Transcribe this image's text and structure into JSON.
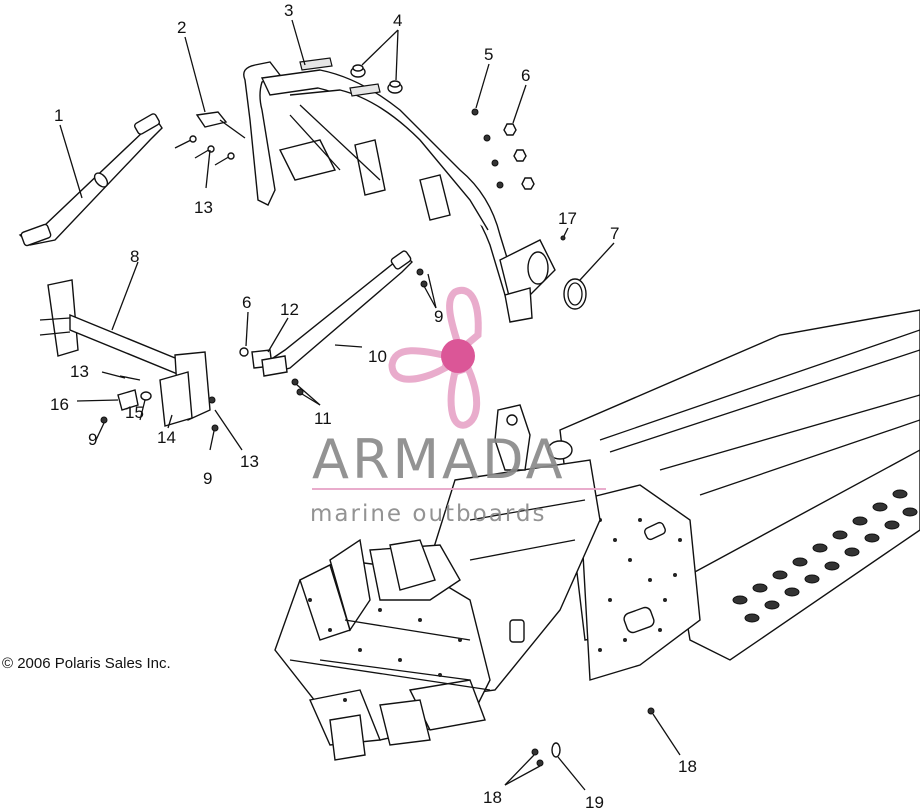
{
  "diagram": {
    "copyright": "© 2006 Polaris Sales Inc.",
    "callouts": [
      "1",
      "2",
      "3",
      "4",
      "5",
      "6",
      "7",
      "8",
      "9",
      "10",
      "11",
      "12",
      "13",
      "14",
      "15",
      "16",
      "17",
      "18",
      "19"
    ],
    "callout_placements": [
      {
        "label": "1"
      },
      {
        "label": "2"
      },
      {
        "label": "3"
      },
      {
        "label": "4"
      },
      {
        "label": "5"
      },
      {
        "label": "6"
      },
      {
        "label": "7"
      },
      {
        "label": "13"
      },
      {
        "label": "17"
      },
      {
        "label": "8"
      },
      {
        "label": "6"
      },
      {
        "label": "12"
      },
      {
        "label": "9"
      },
      {
        "label": "10"
      },
      {
        "label": "13"
      },
      {
        "label": "16"
      },
      {
        "label": "15"
      },
      {
        "label": "14"
      },
      {
        "label": "9"
      },
      {
        "label": "9"
      },
      {
        "label": "13"
      },
      {
        "label": "11"
      },
      {
        "label": "18"
      },
      {
        "label": "18"
      },
      {
        "label": "19"
      }
    ]
  },
  "watermark": {
    "brand": "ARMADA",
    "tagline": "marine outboards",
    "colors": {
      "gray": "#8a8a8a",
      "pink": "#e8a6c8",
      "accent": "#d9488f"
    }
  }
}
